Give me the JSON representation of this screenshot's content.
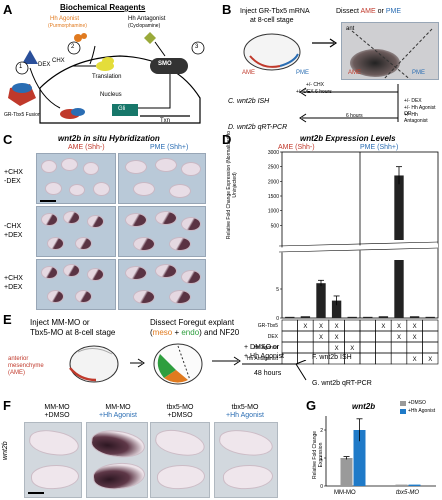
{
  "panels": {
    "A": {
      "letter": "A",
      "title": "Biochemical Reagents",
      "agonist": "Hh Agonist",
      "agonist_sub": "(Purmorphamine)",
      "antagonist": "Hh Antagonist",
      "antagonist_sub": "(Cyclopamine)",
      "dex": "DEX",
      "chx": "CHX",
      "translation": "Translation",
      "smo": "SMO",
      "nucleus": "Nucleus",
      "gli": "Gli",
      "txn": "Txn",
      "fusion": "GR-Tbx5 Fusion",
      "n1": "1",
      "n2": "2",
      "n3": "3"
    },
    "B": {
      "letter": "B",
      "inject": "Inject GR-Tbx5 mRNA",
      "stage": "at 8-cell stage",
      "dissect_pre": "Dissect ",
      "ame": "AME",
      "or": " or ",
      "pme": "PME",
      "ame_embryo": "AME",
      "pme_embryo": "PME",
      "photo_ame": "AME",
      "photo_pme": "PME",
      "ant": "ant",
      "c_label": "C. wnt2b ISH",
      "d_label": "D. wnt2b qRT-PCR",
      "c_cond1": "+/- CHX",
      "c_cond2": "+/- DEX 6 hours",
      "d_cond1": "+/- DEX",
      "d_cond2": "+/- Hh Agonist OR",
      "d_cond3": "+/- Hh Antagonist",
      "d_time": "6 hours"
    },
    "C": {
      "letter": "C",
      "title": "wnt2b in situ Hybridization",
      "col1": "AME (Shh-)",
      "col2": "PME (Shh+)",
      "rows": [
        {
          "l1": "+CHX",
          "l2": "-DEX"
        },
        {
          "l1": "-CHX",
          "l2": "+DEX"
        },
        {
          "l1": "+CHX",
          "l2": "+DEX"
        }
      ]
    },
    "D": {
      "letter": "D",
      "title": "wnt2b Expression Levels",
      "col1": "AME (Shh-)",
      "col2": "PME (Shh+)",
      "ylabel": "Relative Fold Change Expression (Normalized to Uninjected)",
      "row_labels": [
        "GR-Tbx5",
        "DEX",
        "Hh Agonist",
        "Hh Antagonist"
      ],
      "mark": "X"
    },
    "E": {
      "letter": "E",
      "inject": "Inject MM-MO or",
      "inject2": "Tbx5-MO at 8-cell stage",
      "dissect": "Dissect Foregut explant",
      "meso": "meso",
      "plus": " + ",
      "endo": "endo",
      "nf": "and NF20",
      "anterior": "anterior",
      "mesenchyme": "mesenchyme",
      "ame": "(AME)",
      "treat1": "+ DMSO or",
      "treat2": "+ Hh Agonist",
      "hours": "48 hours",
      "f_out": "F. wnt2b ISH",
      "g_out": "G. wnt2b qRT-PCR"
    },
    "F": {
      "letter": "F",
      "side": "wnt2b",
      "cols": [
        {
          "mo": "MM-MO",
          "tx": "+DMSO"
        },
        {
          "mo": "MM-MO",
          "tx": "+Hh Agonist"
        },
        {
          "mo": "tbx5-MO",
          "tx": "+DMSO"
        },
        {
          "mo": "tbx5-MO",
          "tx": "+Hh Agonist"
        }
      ]
    },
    "G": {
      "letter": "G",
      "title": "wnt2b",
      "legend1": "+DMSO",
      "legend2": "+Hh Agonist",
      "ylabel": "Relative Fold Change Expression",
      "xcat1": "MM-MO",
      "xcat2": "tbx5-MO",
      "color_dmso": "#9a9a9a",
      "color_agonist": "#1f7ac8"
    }
  },
  "chart_data": [
    {
      "type": "bar",
      "panel": "D",
      "title": "wnt2b Expression Levels",
      "ylabel": "Relative Fold Change Expression (Normalized to Uninjected)",
      "yaxis_break": true,
      "lower_ylim": [
        0,
        10
      ],
      "upper_ylim": [
        0,
        3000
      ],
      "yticks_lower": [
        0,
        5
      ],
      "yticks_upper": [
        500,
        1000,
        1500,
        2000,
        2500,
        3000
      ],
      "groups": [
        "AME (Shh-)",
        "PME (Shh+)"
      ],
      "bars": [
        {
          "group": "AME (Shh-)",
          "gr_tbx5": false,
          "dex": false,
          "agonist": false,
          "antagonist": false,
          "value": 0.2,
          "error": 0
        },
        {
          "group": "AME (Shh-)",
          "gr_tbx5": true,
          "dex": false,
          "agonist": false,
          "antagonist": false,
          "value": 0.3,
          "error": 0
        },
        {
          "group": "AME (Shh-)",
          "gr_tbx5": true,
          "dex": true,
          "agonist": false,
          "antagonist": false,
          "value": 6.0,
          "error": 0.5
        },
        {
          "group": "AME (Shh-)",
          "gr_tbx5": true,
          "dex": true,
          "agonist": true,
          "antagonist": false,
          "value": 3.0,
          "error": 0.8
        },
        {
          "group": "AME (Shh-)",
          "gr_tbx5": false,
          "dex": false,
          "agonist": true,
          "antagonist": false,
          "value": 0.2,
          "error": 0
        },
        {
          "group": "PME (Shh+)",
          "gr_tbx5": false,
          "dex": false,
          "agonist": false,
          "antagonist": false,
          "value": 0.2,
          "error": 0
        },
        {
          "group": "PME (Shh+)",
          "gr_tbx5": true,
          "dex": false,
          "agonist": false,
          "antagonist": false,
          "value": 0.3,
          "error": 0
        },
        {
          "group": "PME (Shh+)",
          "gr_tbx5": true,
          "dex": true,
          "agonist": false,
          "antagonist": false,
          "value": 2200,
          "error": 300
        },
        {
          "group": "PME (Shh+)",
          "gr_tbx5": true,
          "dex": true,
          "agonist": false,
          "antagonist": true,
          "value": 0.3,
          "error": 0
        },
        {
          "group": "PME (Shh+)",
          "gr_tbx5": false,
          "dex": false,
          "agonist": false,
          "antagonist": true,
          "value": 0.2,
          "error": 0
        }
      ],
      "table_marks": [
        [
          false,
          true,
          true,
          true,
          false,
          false,
          true,
          true,
          true,
          false
        ],
        [
          false,
          false,
          true,
          true,
          false,
          false,
          false,
          true,
          true,
          false
        ],
        [
          false,
          false,
          false,
          true,
          true,
          false,
          false,
          false,
          false,
          false
        ],
        [
          false,
          false,
          false,
          false,
          false,
          false,
          false,
          false,
          true,
          true
        ]
      ]
    },
    {
      "type": "bar",
      "panel": "G",
      "title": "wnt2b",
      "ylabel": "Relative Fold Change Expression",
      "categories": [
        "MM-MO",
        "tbx5-MO"
      ],
      "series": [
        {
          "name": "+DMSO",
          "values": [
            1.0,
            0.05
          ],
          "errors": [
            0.05,
            0.01
          ]
        },
        {
          "name": "+Hh Agonist",
          "values": [
            2.0,
            0.05
          ],
          "errors": [
            0.4,
            0.01
          ]
        }
      ],
      "ylim": [
        0,
        2.5
      ]
    }
  ]
}
